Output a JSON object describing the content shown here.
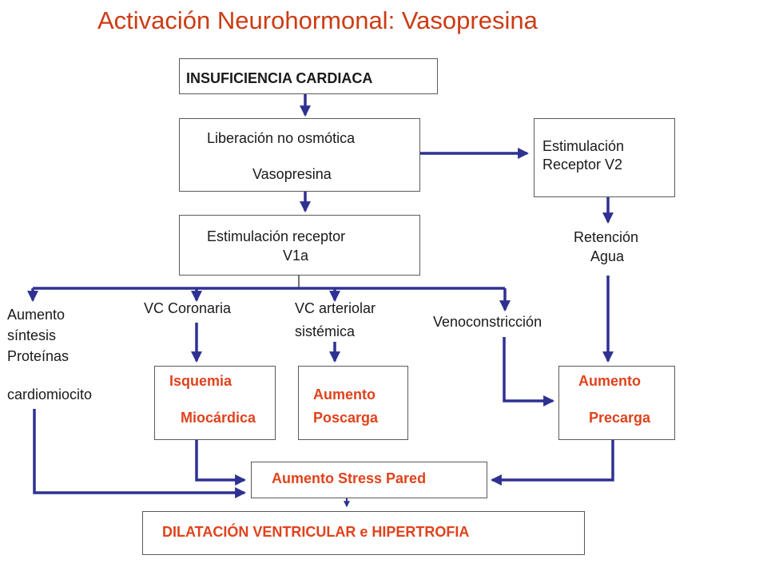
{
  "title": "Activación Neurohormonal: Vasopresina",
  "nodes": {
    "insuficiencia": "INSUFICIENCIA CARDIACA",
    "liberacion_1": "Liberación no osmótica",
    "liberacion_2": "Vasopresina",
    "estim_v2_1": "Estimulación",
    "estim_v2_2": "Receptor V2",
    "estim_v1a_1": "Estimulación receptor",
    "estim_v1a_2": "V1a",
    "retencion_1": "Retención",
    "retencion_2": "Agua",
    "aumento_sintesis_1": "Aumento",
    "aumento_sintesis_2": "síntesis",
    "aumento_sintesis_3": "Proteínas",
    "aumento_sintesis_4": "cardiomiocito",
    "vc_coronaria": "VC Coronaria",
    "vc_arteriolar_1": "VC arteriolar",
    "vc_arteriolar_2": "sistémica",
    "venoconstriccion": "Venoconstricción",
    "isquemia_1": "Isquemia",
    "isquemia_2": "Miocárdica",
    "poscarga_1": "Aumento",
    "poscarga_2": "Poscarga",
    "precarga_1": "Aumento",
    "precarga_2": "Precarga",
    "stress": "Aumento Stress Pared",
    "dilatacion": "DILATACIÓN VENTRICULAR e HIPERTROFIA"
  },
  "colors": {
    "arrow": "#2e3192",
    "title": "#cc3b14",
    "highlight": "#e0421c",
    "text": "#1a1a1a",
    "border": "#5a5a5a"
  }
}
